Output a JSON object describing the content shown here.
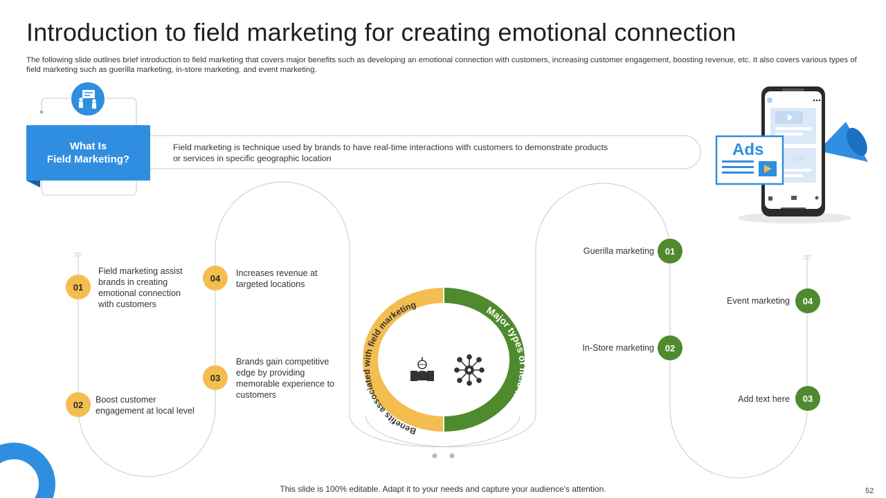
{
  "slide": {
    "title": "Introduction to field marketing for creating emotional connection",
    "subtitle": "The following slide outlines brief introduction to field marketing that covers major benefits such as developing an emotional connection with customers, increasing customer engagement, boosting revenue, etc. It also covers various types of field marketing such as guerilla marketing, in-store marketing, and event marketing.",
    "footer": "This slide is 100% editable. Adapt it to your needs and capture your audience's attention.",
    "page_number": "52"
  },
  "what_is": {
    "label_line1": "What Is",
    "label_line2": "Field Marketing?",
    "definition": "Field marketing is technique used by brands to have real-time interactions with customers to demonstrate products or services in specific geographic location"
  },
  "benefits": {
    "ring_label": "Benefits associated with field marketing",
    "items": [
      {
        "number": "01",
        "text": "Field marketing assist brands in creating emotional connection with customers"
      },
      {
        "number": "02",
        "text": "Boost customer engagement at local level"
      },
      {
        "number": "03",
        "text": "Brands gain competitive edge by providing memorable experience to customers"
      },
      {
        "number": "04",
        "text": "Increases revenue at targeted locations"
      }
    ]
  },
  "types": {
    "ring_label": "Major types of field marketing",
    "items": [
      {
        "number": "01",
        "text": "Guerilla marketing"
      },
      {
        "number": "02",
        "text": "In-Store marketing"
      },
      {
        "number": "03",
        "text": "Add text here"
      },
      {
        "number": "04",
        "text": "Event marketing"
      }
    ]
  },
  "phone": {
    "ads_label": "Ads",
    "small_ads_label": "Ads"
  },
  "colors": {
    "blue": "#2f8ee0",
    "yellow": "#f4bd4f",
    "green": "#4f8a2e"
  },
  "icons": [
    "people-board-icon",
    "megaphone-icon",
    "handshake-globe-icon",
    "network-gear-icon",
    "like-icon",
    "comment-icon",
    "share-icon",
    "play-icon"
  ]
}
